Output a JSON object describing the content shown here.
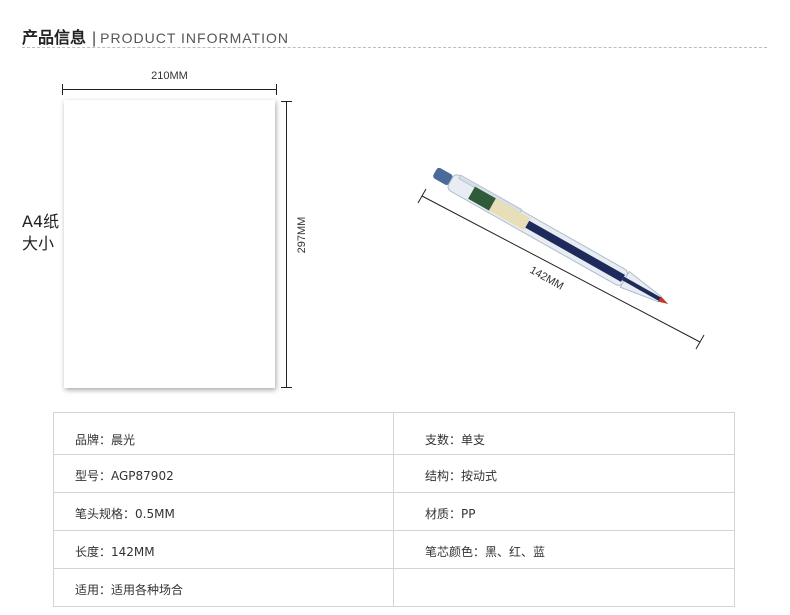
{
  "header": {
    "title_cn": "产品信息",
    "separator": "|",
    "title_en": "PRODUCT INFORMATION"
  },
  "a4": {
    "label_line1": "A4纸",
    "label_line2": "大小",
    "width_label": "210MM",
    "height_label": "297MM"
  },
  "pen": {
    "length_label": "142MM",
    "body_color": "#1f2a5c",
    "cap_color": "#4a6a9a",
    "tip_color": "#c0392b"
  },
  "specs": [
    [
      "品牌：晨光",
      "支数：单支"
    ],
    [
      "型号：AGP87902",
      "结构：按动式"
    ],
    [
      "笔头规格：0.5MM",
      "材质：PP"
    ],
    [
      "长度：142MM",
      "笔芯颜色：黑、红、蓝"
    ],
    [
      "适用：适用各种场合",
      ""
    ]
  ]
}
